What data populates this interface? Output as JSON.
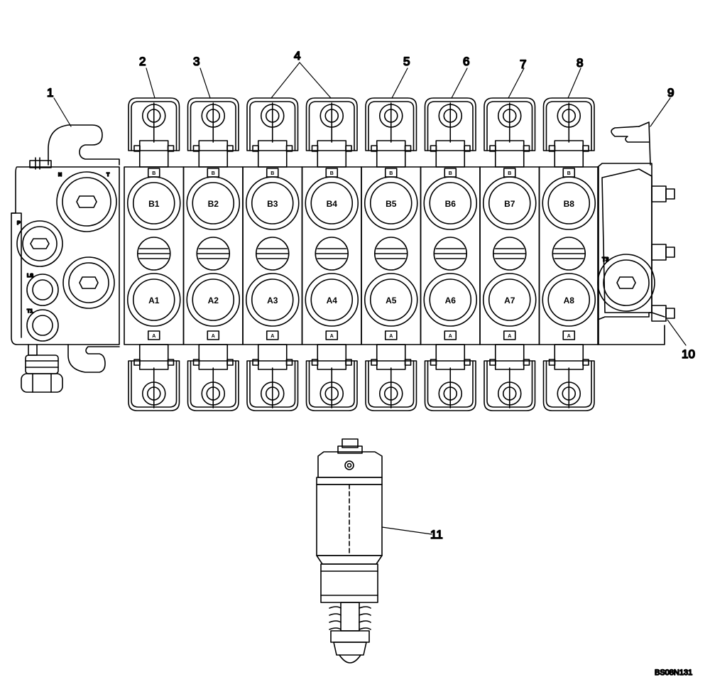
{
  "callouts": [
    "1",
    "2",
    "3",
    "4",
    "5",
    "6",
    "7",
    "8",
    "9",
    "10",
    "11"
  ],
  "sections": [
    {
      "b_label": "B1",
      "a_label": "A1"
    },
    {
      "b_label": "B2",
      "a_label": "A2"
    },
    {
      "b_label": "B3",
      "a_label": "A3"
    },
    {
      "b_label": "B4",
      "a_label": "A4"
    },
    {
      "b_label": "B5",
      "a_label": "A5"
    },
    {
      "b_label": "B6",
      "a_label": "A6"
    },
    {
      "b_label": "B7",
      "a_label": "A7"
    },
    {
      "b_label": "B8",
      "a_label": "A8"
    }
  ],
  "section_top_letter": "B",
  "section_bottom_letter": "A",
  "inlet_labels": {
    "n": "N",
    "t": "T",
    "p": "P",
    "ls": "LS",
    "t1": "T1"
  },
  "end_cover_label": "T3",
  "drawing_ref": "BS08N131"
}
